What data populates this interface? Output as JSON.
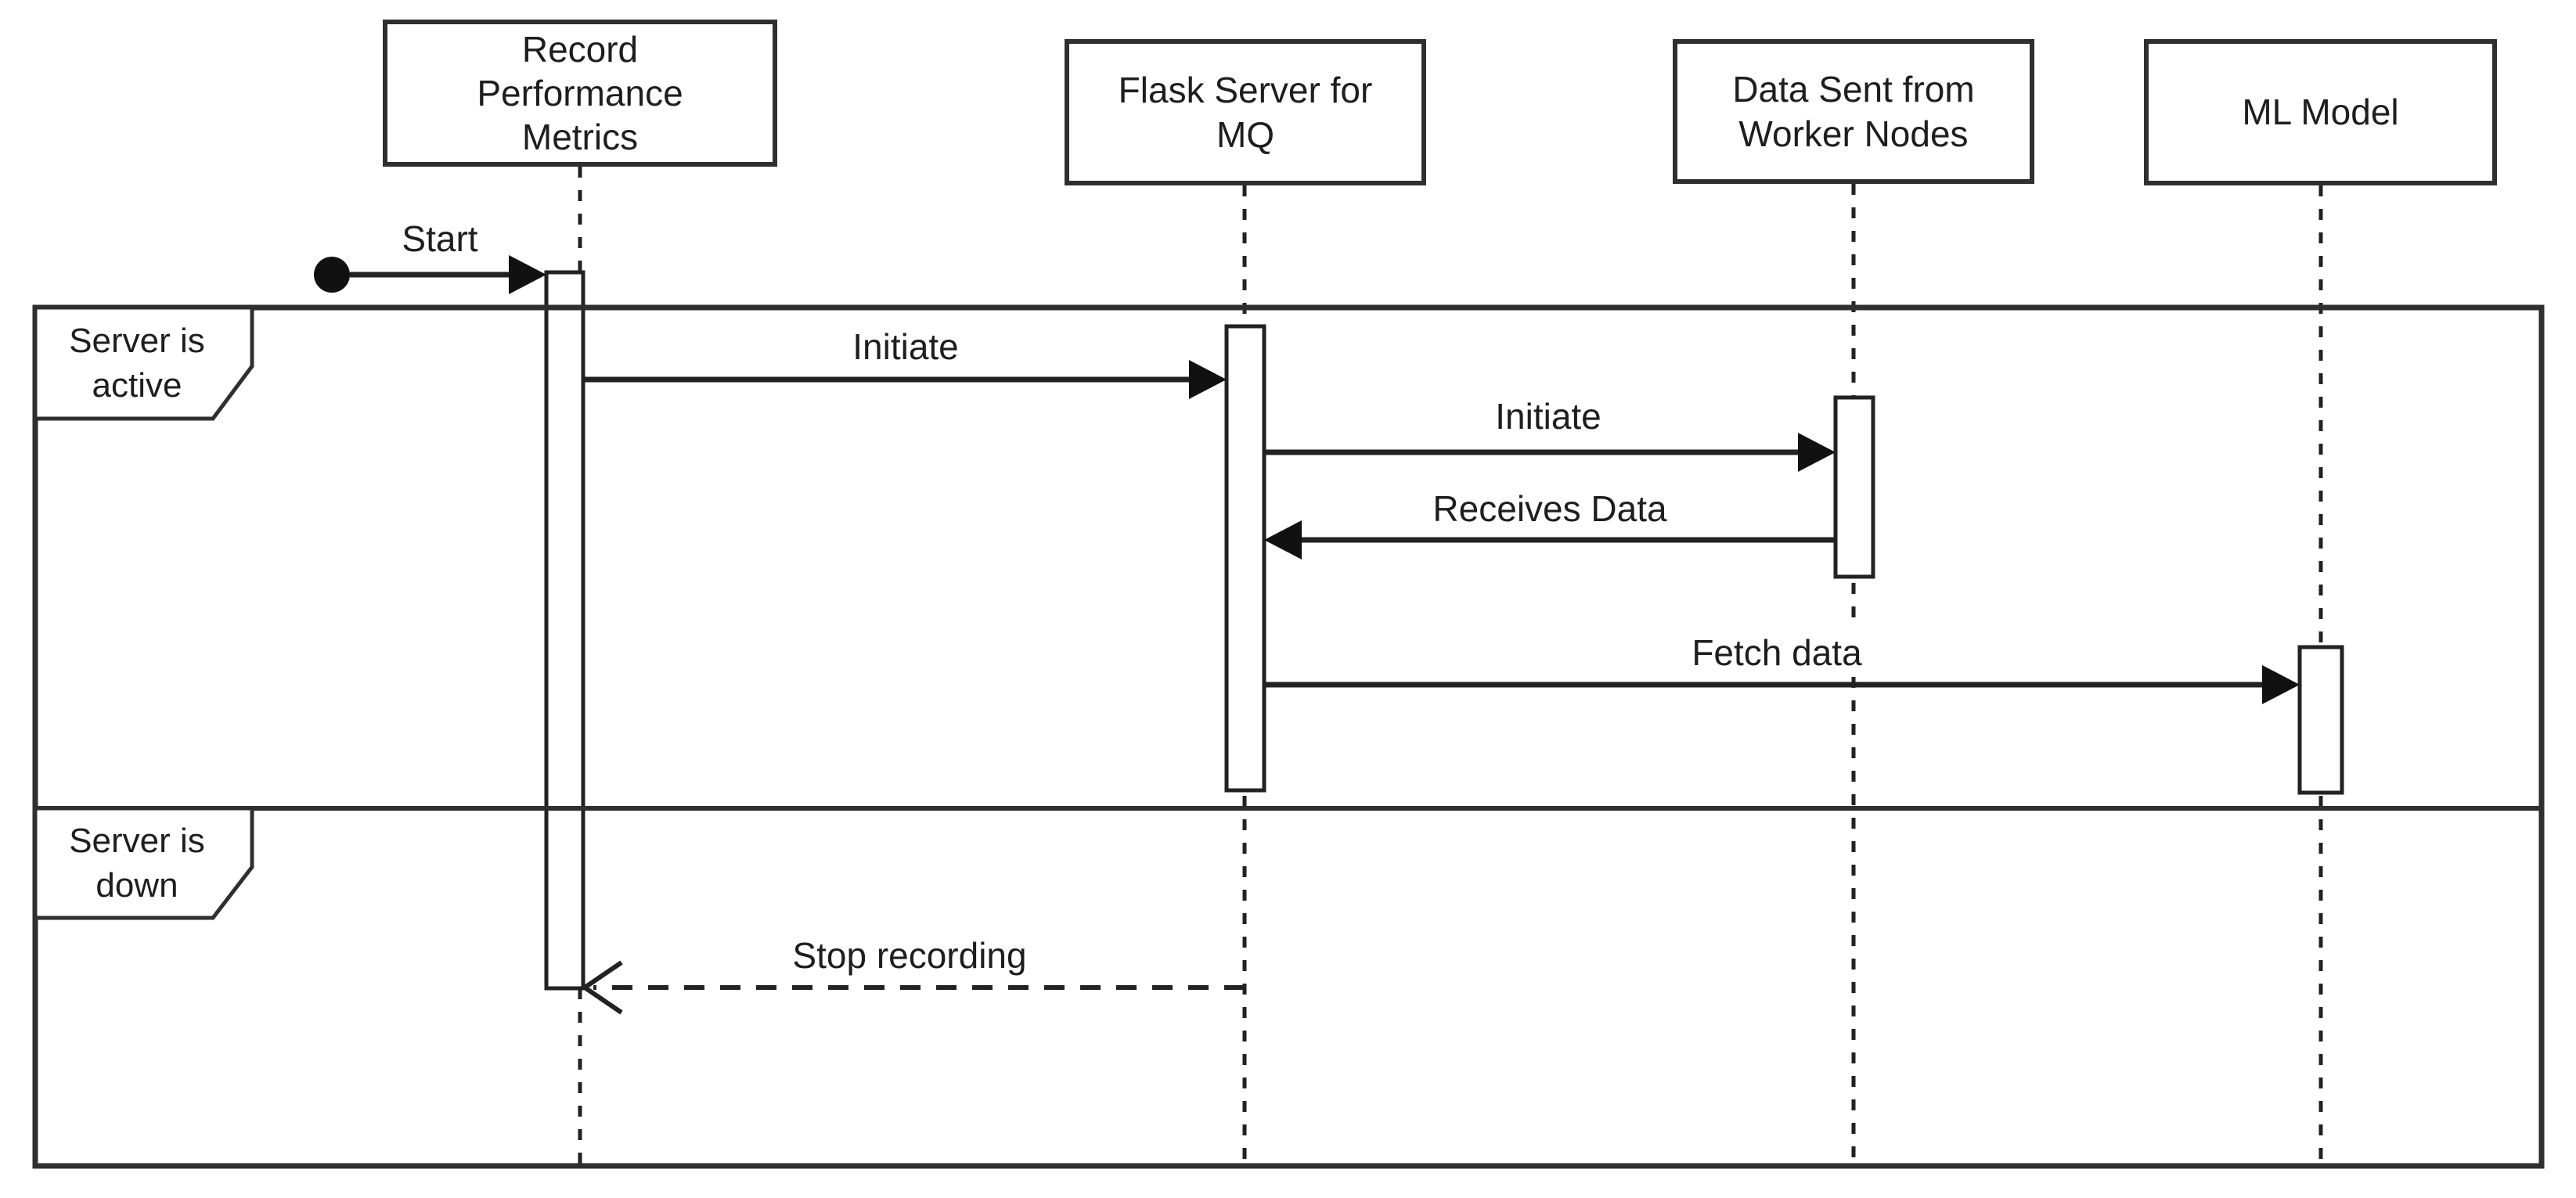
{
  "diagram": {
    "type": "uml-sequence-diagram",
    "colors": {
      "stroke": "#222222",
      "box_border": "#2f2f2f",
      "background": "#ffffff"
    },
    "participants": [
      {
        "id": "record-performance-metrics",
        "label": "Record\nPerformance\nMetrics"
      },
      {
        "id": "flask-server-for-mq",
        "label": "Flask Server for\nMQ"
      },
      {
        "id": "data-sent-from-worker-nodes",
        "label": "Data Sent from\nWorker Nodes"
      },
      {
        "id": "ml-model",
        "label": "ML Model"
      }
    ],
    "fragments": [
      {
        "id": "server-is-active",
        "label": "Server is\nactive"
      },
      {
        "id": "server-is-down",
        "label": "Server is\ndown"
      }
    ],
    "messages": [
      {
        "id": "start",
        "label": "Start",
        "from": "initial-node",
        "to": "record-performance-metrics",
        "style": "solid"
      },
      {
        "id": "initiate-1",
        "label": "Initiate",
        "from": "record-performance-metrics",
        "to": "flask-server-for-mq",
        "style": "solid"
      },
      {
        "id": "initiate-2",
        "label": "Initiate",
        "from": "flask-server-for-mq",
        "to": "data-sent-from-worker-nodes",
        "style": "solid"
      },
      {
        "id": "receives-data",
        "label": "Receives Data",
        "from": "data-sent-from-worker-nodes",
        "to": "flask-server-for-mq",
        "style": "solid"
      },
      {
        "id": "fetch-data",
        "label": "Fetch data",
        "from": "flask-server-for-mq",
        "to": "ml-model",
        "style": "solid"
      },
      {
        "id": "stop-recording",
        "label": "Stop recording",
        "from": "flask-server-for-mq",
        "to": "record-performance-metrics",
        "style": "dashed-return"
      }
    ]
  }
}
